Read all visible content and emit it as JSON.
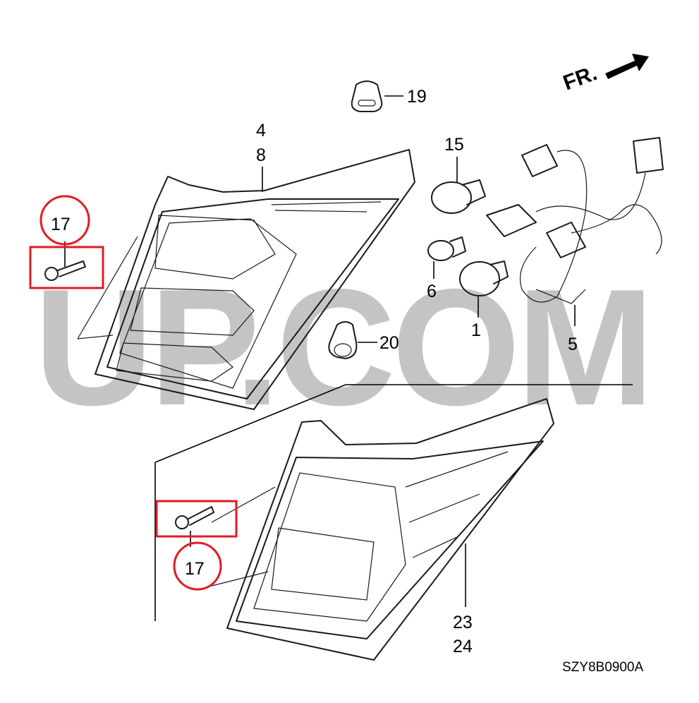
{
  "diagram": {
    "watermark": "UP.COM",
    "direction_label": "FR.",
    "diagram_code": "SZY8B0900A",
    "callouts": {
      "c1": "1",
      "c4": "4",
      "c5": "5",
      "c6": "6",
      "c8": "8",
      "c15": "15",
      "c17_top": "17",
      "c17_bottom": "17",
      "c19": "19",
      "c20": "20",
      "c23": "23",
      "c24": "24"
    },
    "highlight_color": "#e01b24",
    "watermark_color": "#c4c4c4"
  }
}
